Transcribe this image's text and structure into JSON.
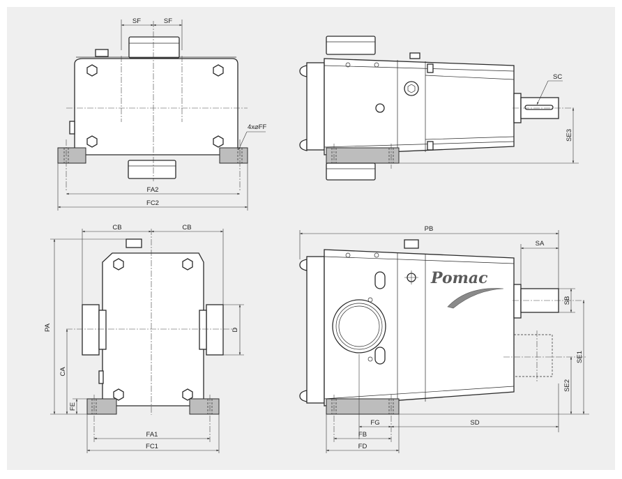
{
  "brand": {
    "name": "Pomac"
  },
  "labels": {
    "sf_left": "SF",
    "sf_right": "SF",
    "ff": "4x⌀FF",
    "fa2": "FA2",
    "fc2": "FC2",
    "sc": "SC",
    "se3": "SE3",
    "cb_left": "CB",
    "cb_right": "CB",
    "pa": "PA",
    "ca": "CA",
    "fe": "FE",
    "d": "D",
    "fa1": "FA1",
    "fc1": "FC1",
    "pb": "PB",
    "sa": "SA",
    "sb": "SB",
    "se1": "SE1",
    "se2": "SE2",
    "fg": "FG",
    "fb": "FB",
    "fd": "FD",
    "sd": "SD"
  },
  "colors": {
    "panel": "#efefef",
    "foot": "#bdbdbd",
    "line": "#2a2a2a",
    "logo_swoosh": "#8a8a8a"
  }
}
